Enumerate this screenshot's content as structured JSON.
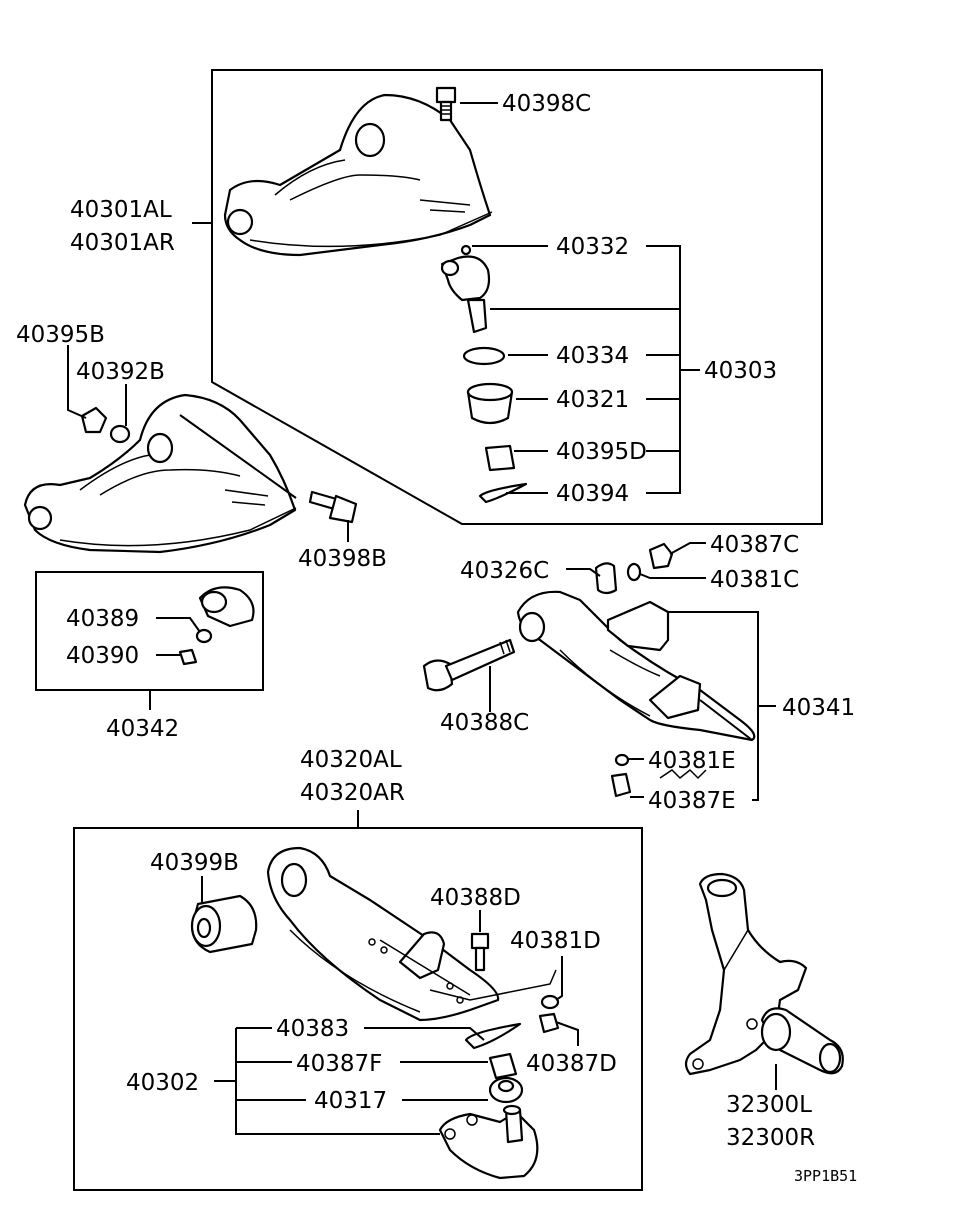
{
  "labels": {
    "p40398C": "40398C",
    "p40301AL": "40301AL",
    "p40301AR": "40301AR",
    "p40332": "40332",
    "p40334": "40334",
    "p40303": "40303",
    "p40321": "40321",
    "p40395D": "40395D",
    "p40394": "40394",
    "p40395B": "40395B",
    "p40392B": "40392B",
    "p40398B": "40398B",
    "p40387C": "40387C",
    "p40326C": "40326C",
    "p40381C": "40381C",
    "p40389": "40389",
    "p40390": "40390",
    "p40342": "40342",
    "p40388C": "40388C",
    "p40341": "40341",
    "p40381E": "40381E",
    "p40387E": "40387E",
    "p40320AL": "40320AL",
    "p40320AR": "40320AR",
    "p40399B": "40399B",
    "p40388D": "40388D",
    "p40381D": "40381D",
    "p40383": "40383",
    "p40387F": "40387F",
    "p40387D": "40387D",
    "p40302": "40302",
    "p40317": "40317",
    "p32300L": "32300L",
    "p32300R": "32300R"
  },
  "diagram_code": "3PP1B51"
}
